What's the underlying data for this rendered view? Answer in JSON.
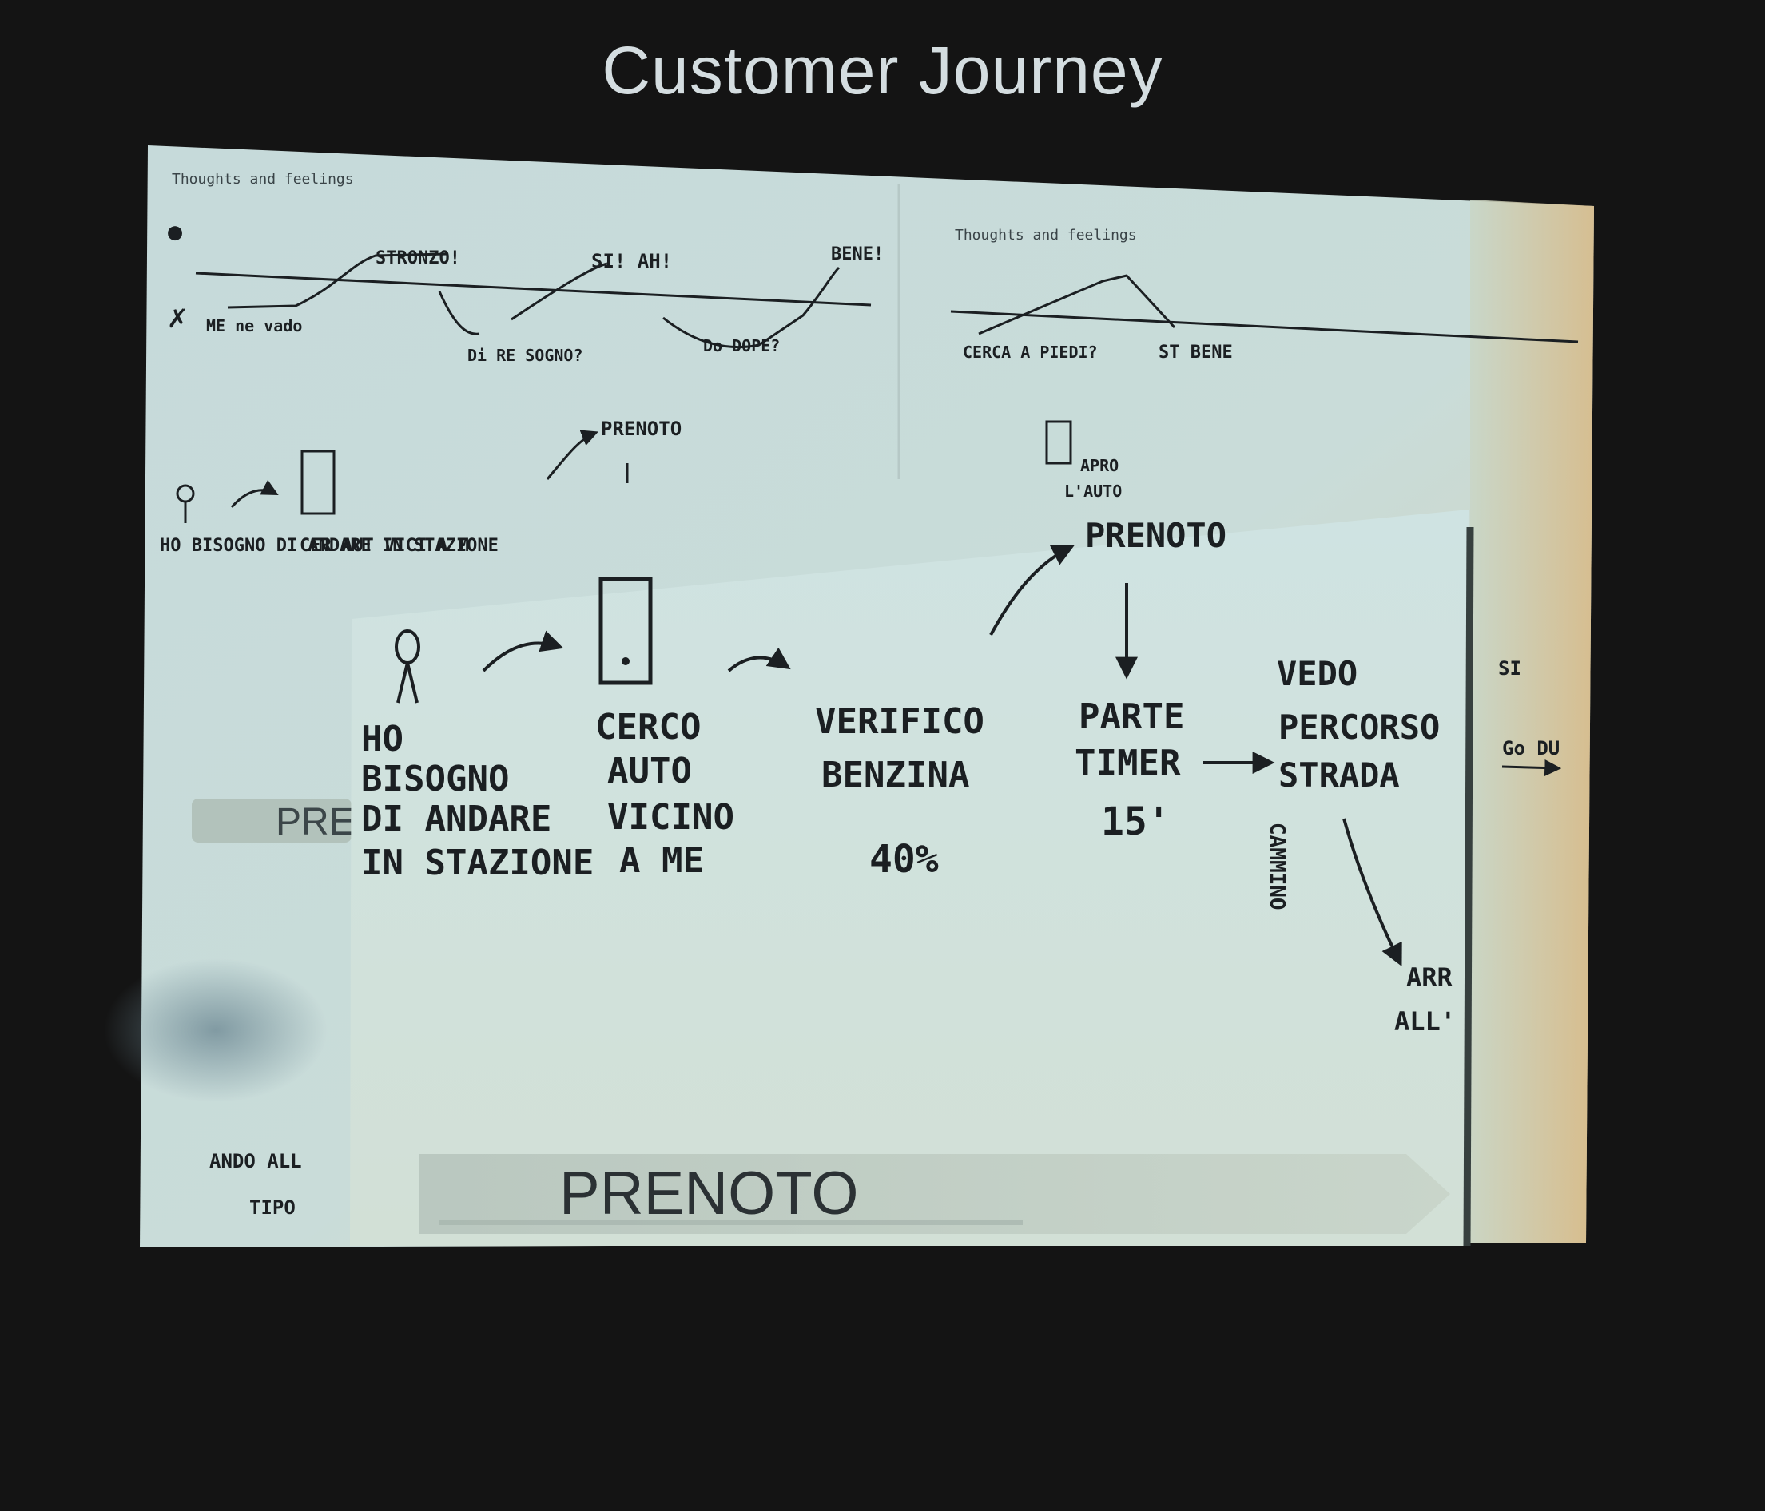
{
  "slide": {
    "title": "Customer Journey"
  },
  "colors": {
    "background": "#141414",
    "paper": "#c9dcdc",
    "ink": "#1b1f22",
    "warm_edge": "#d8b985"
  },
  "back_sheet": {
    "curve_left_labels": [
      "STRONZO!",
      "SI! AH!",
      "BENE!"
    ],
    "curve_left_low_labels": [
      "ME ne vado",
      "Di RE SOGNO?",
      "Do DOPE?"
    ],
    "curve_right_labels": [
      "CERCA A PIEDI?",
      "ST BENE"
    ],
    "mini_steps": [
      "HO BISOGNO DI ANDARE IN STAZIONE",
      "CER AUT VICI A M"
    ],
    "mini_prenoto": "PRENOTO",
    "ripper_labels": [
      "APRO",
      "L'AUTO"
    ],
    "banner_partial": "PRE",
    "bottom_left": [
      "ANDO ALL",
      "TIPO"
    ],
    "right_edge": [
      "SI",
      "Go DU"
    ]
  },
  "front_sheet": {
    "steps": [
      {
        "lines": [
          "HO",
          "BISOGNO",
          "DI ANDARE",
          "IN STAZIONE"
        ]
      },
      {
        "lines": [
          "CERCO",
          "AUTO",
          "VICINO",
          "A ME"
        ]
      },
      {
        "lines": [
          "VERIFICO",
          "BENZINA"
        ],
        "value": "40%"
      },
      {
        "lines": [
          "PARTE",
          "TIMER"
        ],
        "value": "15'"
      },
      {
        "lines": [
          "VEDO",
          "PERCORSO",
          "STRADA"
        ]
      }
    ],
    "prenoto_label": "PRENOTO",
    "side_label": "CAMMINO",
    "arrive_label": [
      "ARR",
      "ALL'"
    ],
    "banner": "PRENOTO"
  }
}
